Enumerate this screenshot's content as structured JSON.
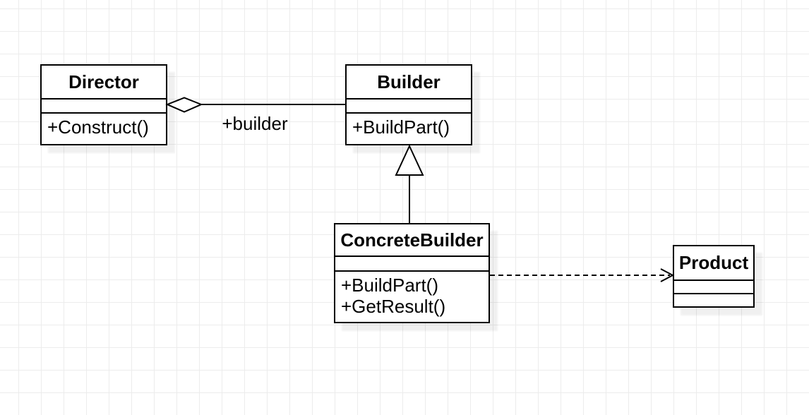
{
  "diagram": {
    "classes": {
      "director": {
        "name": "Director",
        "methods": [
          "+Construct()"
        ]
      },
      "builder": {
        "name": "Builder",
        "methods": [
          "+BuildPart()"
        ]
      },
      "concrete_builder": {
        "name": "ConcreteBuilder",
        "methods": [
          "+BuildPart()",
          "+GetResult()"
        ]
      },
      "product": {
        "name": "Product",
        "methods": []
      }
    },
    "relationships": {
      "aggregation": {
        "type": "aggregation",
        "from": "Director",
        "to": "Builder",
        "label": "+builder"
      },
      "generalization": {
        "type": "generalization",
        "from": "ConcreteBuilder",
        "to": "Builder"
      },
      "dependency": {
        "type": "dependency",
        "from": "ConcreteBuilder",
        "to": "Product"
      }
    },
    "colors": {
      "stroke": "#000000",
      "node_fill": "#ffffff",
      "grid": "#ececec"
    }
  }
}
